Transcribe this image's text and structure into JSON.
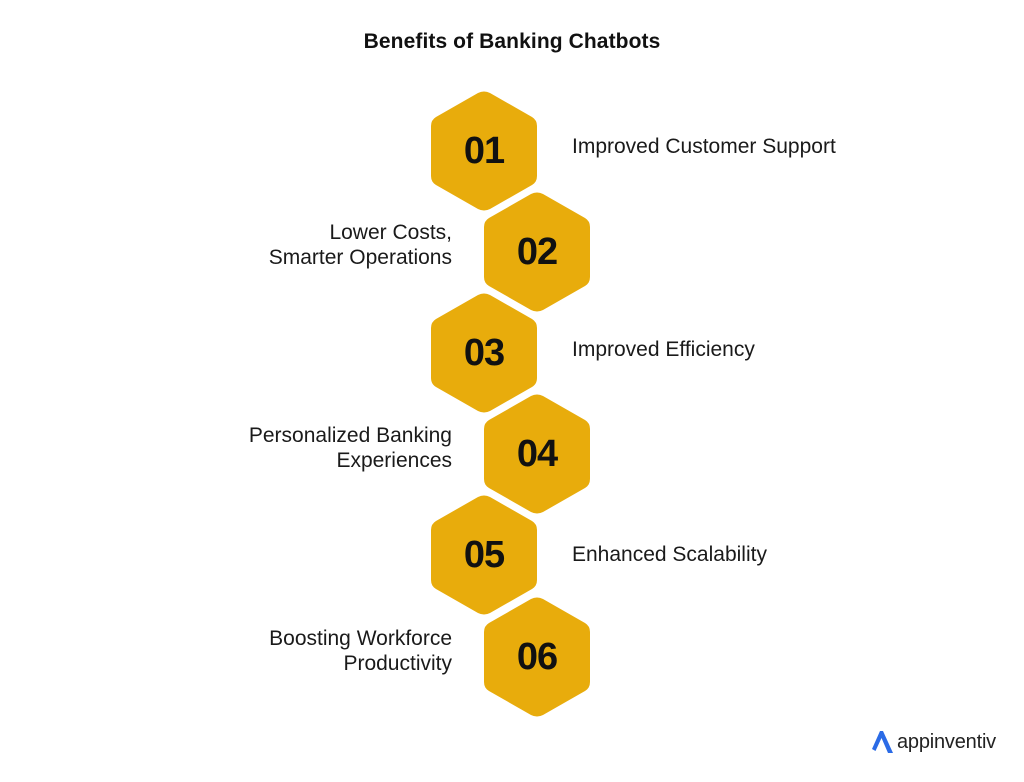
{
  "title": "Benefits of Banking Chatbots",
  "colors": {
    "hex_fill": "#E8AC0C",
    "text": "#111111",
    "logo_accent": "#2B6BE6"
  },
  "items": [
    {
      "number": "01",
      "label_line1": "Improved Customer Support",
      "label_line2": "",
      "side": "right"
    },
    {
      "number": "02",
      "label_line1": "Lower Costs,",
      "label_line2": "Smarter Operations",
      "side": "left"
    },
    {
      "number": "03",
      "label_line1": "Improved Efficiency",
      "label_line2": "",
      "side": "right"
    },
    {
      "number": "04",
      "label_line1": "Personalized Banking",
      "label_line2": "Experiences",
      "side": "left"
    },
    {
      "number": "05",
      "label_line1": "Enhanced Scalability",
      "label_line2": "",
      "side": "right"
    },
    {
      "number": "06",
      "label_line1": "Boosting Workforce",
      "label_line2": "Productivity",
      "side": "left"
    }
  ],
  "logo": {
    "text": "appinventiv",
    "icon": "appinventiv-logo-icon"
  }
}
